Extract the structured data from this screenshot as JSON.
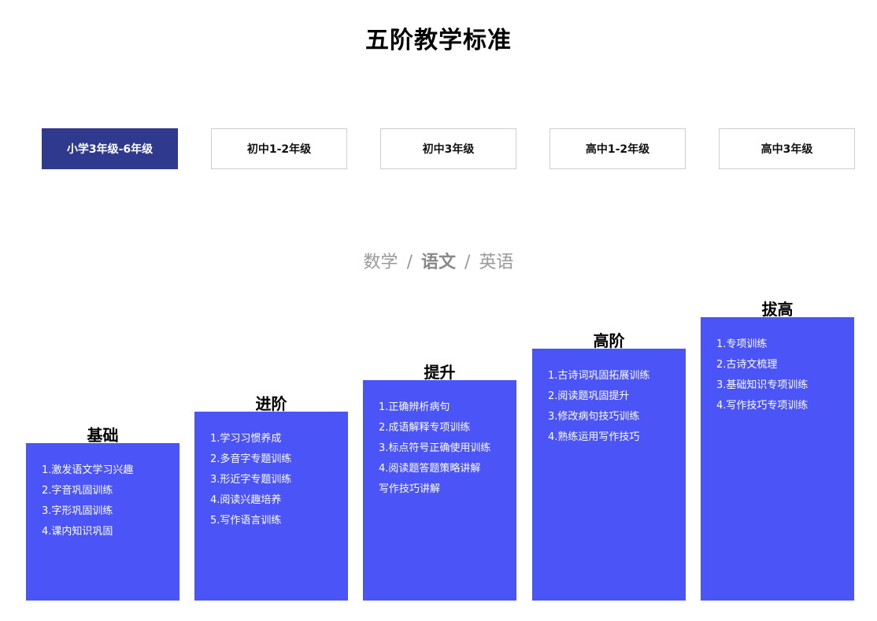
{
  "page": {
    "title": "五阶教学标准"
  },
  "grade_tabs": [
    {
      "label": "小学3年级-6年级",
      "active": true
    },
    {
      "label": "初中1-2年级",
      "active": false
    },
    {
      "label": "初中3年级",
      "active": false
    },
    {
      "label": "高中1-2年级",
      "active": false
    },
    {
      "label": "高中3年级",
      "active": false
    }
  ],
  "subjects": {
    "items": [
      "数学",
      "语文",
      "英语"
    ],
    "separator": "/",
    "active": "语文"
  },
  "levels": [
    {
      "title": "基础",
      "items": [
        "1.激发语文学习兴趣",
        "2.字音巩固训练",
        "3.字形巩固训练",
        "4.课内知识巩固"
      ]
    },
    {
      "title": "进阶",
      "items": [
        "1.学习习惯养成",
        "2.多音字专题训练",
        "3.形近字专题训练",
        "4.阅读兴趣培养",
        "5.写作语言训练"
      ]
    },
    {
      "title": "提升",
      "items": [
        "1.正确辨析病句",
        "2.成语解释专项训练",
        "3.标点符号正确使用训练",
        "4.阅读题答题策略讲解",
        "写作技巧讲解"
      ]
    },
    {
      "title": "高阶",
      "items": [
        "1.古诗词巩固拓展训练",
        "2.阅读题巩固提升",
        "3.修改病句技巧训练",
        "4.熟练运用写作技巧"
      ]
    },
    {
      "title": "拔高",
      "items": [
        "1.专项训练",
        "2.古诗文梳理",
        "3.基础知识专项训练",
        "4.写作技巧专项训练"
      ]
    }
  ],
  "colors": {
    "active_tab_bg": "#2f3a8f",
    "level_box_bg": "#4b55f7",
    "subject_text": "#999999"
  }
}
